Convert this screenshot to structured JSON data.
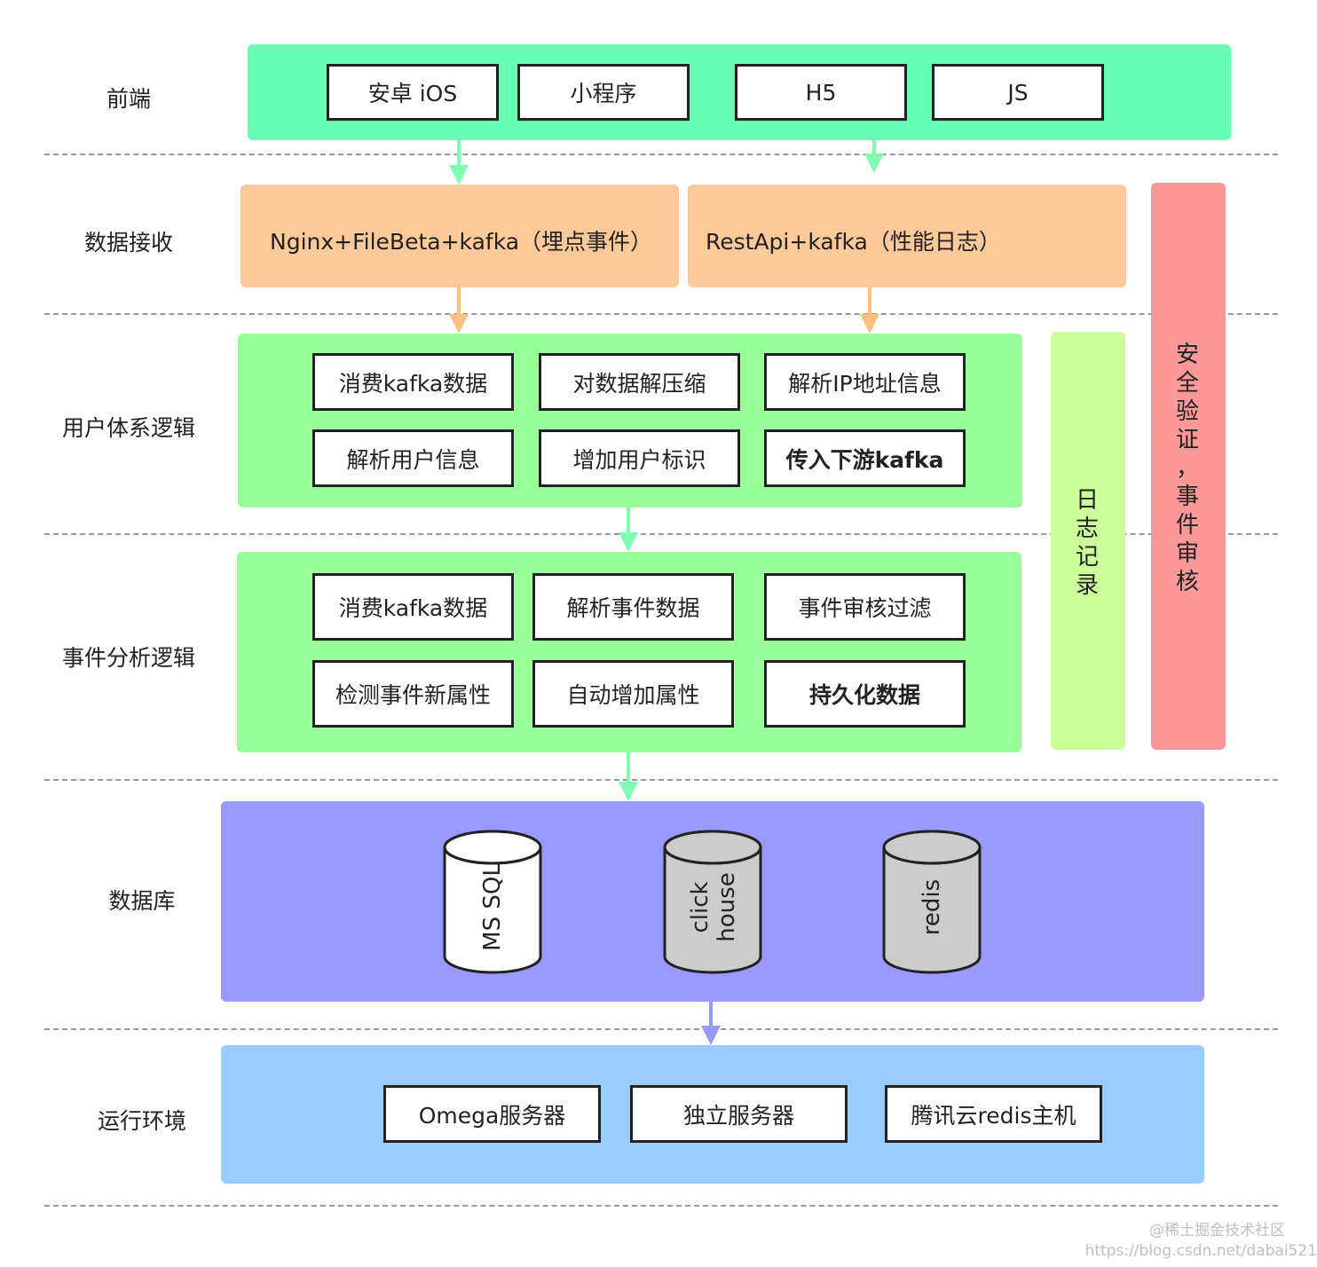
{
  "layers": {
    "frontend": "前端",
    "receive": "数据接收",
    "user": "用户体系逻辑",
    "event": "事件分析逻辑",
    "db": "数据库",
    "runtime": "运行环境"
  },
  "frontend": [
    "安卓 iOS",
    "小程序",
    "H5",
    "JS"
  ],
  "receive": [
    "Nginx+FileBeta+kafka（埋点事件）",
    "RestApi+kafka（性能日志）"
  ],
  "user_logic": [
    "消费kafka数据",
    "对数据解压缩",
    "解析IP地址信息",
    "解析用户信息",
    "增加用户标识",
    "传入下游kafka"
  ],
  "event_logic": [
    "消费kafka数据",
    "解析事件数据",
    "事件审核过滤",
    "检测事件新属性",
    "自动增加属性",
    "持久化数据"
  ],
  "databases": [
    "MS SQL",
    "click house",
    "redis"
  ],
  "runtime": [
    "Omega服务器",
    "独立服务器",
    "腾讯云redis主机"
  ],
  "side_log": [
    "日",
    "志",
    "记",
    "录"
  ],
  "side_security": [
    "安",
    "全",
    "验",
    "证",
    "，",
    "事",
    "件",
    "审",
    "核"
  ],
  "watermark": {
    "line1": "@稀土掘金技术社区",
    "line2": "https://blog.csdn.net/dabai521"
  },
  "colors": {
    "frontend_band": "#66ffb3",
    "receive_band": "#ffc999",
    "logic_band": "#99ff99",
    "db_band": "#9999ff",
    "runtime_band": "#99ccff",
    "log_side": "#ccff99",
    "security_side": "#ff9999",
    "cylinder_white": "#ffffff",
    "cylinder_gray": "#cccccc",
    "arrow_green": "#80ffb3",
    "arrow_orange": "#ffc080",
    "arrow_blue": "#9999ff"
  }
}
